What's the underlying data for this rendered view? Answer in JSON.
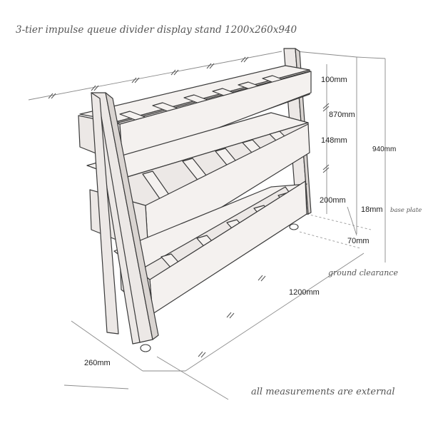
{
  "title": "3-tier impulse queue divider display stand 1200x260x940",
  "footnote": "all measurements are external",
  "dimensions": {
    "top_tier": "100mm",
    "upper_height": "870mm",
    "middle_gap": "148mm",
    "overall_height": "940mm",
    "lower_gap": "200mm",
    "base_plate_value": "18mm",
    "base_plate_label": "base plate",
    "clearance_value": "70mm",
    "clearance_label": "ground clearance",
    "length": "1200mm",
    "depth": "260mm"
  }
}
